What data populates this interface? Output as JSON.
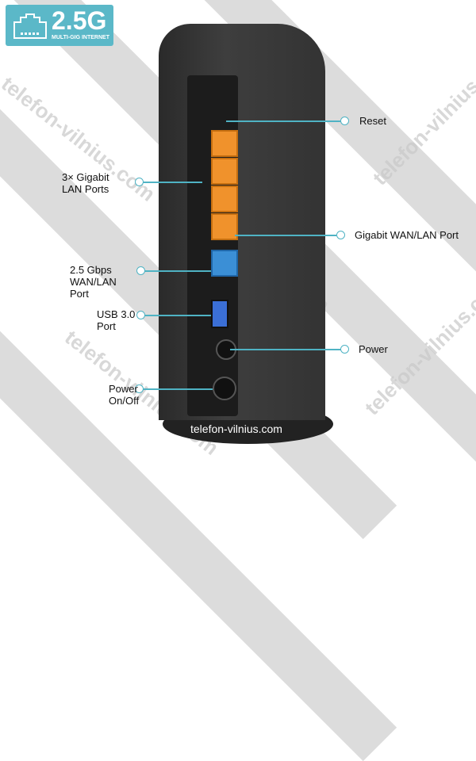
{
  "badge": {
    "speed": "2.5G",
    "subtitle": "MULTI-GIG INTERNET",
    "icon": "ethernet-port-icon"
  },
  "labels": {
    "reset": "Reset",
    "lan": "3× Gigabit\nLAN Ports",
    "wan_gigabit": "Gigabit WAN/LAN Port",
    "wan_25": "2.5 Gbps\nWAN/LAN\nPort",
    "usb": "USB 3.0\nPort",
    "power": "Power",
    "power_switch": "Power\nOn/Off"
  },
  "watermark": "telefon-vilnius.com",
  "footer": "telefon-vilnius.com",
  "colors": {
    "accent": "#4fb3c4",
    "badge": "#5bb8c8",
    "lan_port": "#f0922c",
    "wan_port": "#3b8fd6"
  }
}
